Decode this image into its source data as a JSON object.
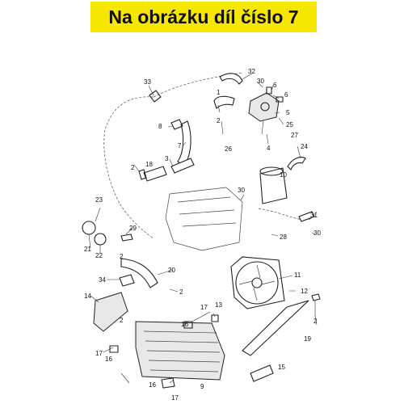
{
  "banner": {
    "title": "Na obrázku díl číslo 7"
  },
  "callouts": {
    "c33": "33",
    "c32": "32",
    "c30a": "30",
    "c6a": "6",
    "c6b": "6",
    "c1": "1",
    "c2a": "2",
    "c8": "8",
    "c7": "7",
    "c3": "3",
    "c26": "26",
    "c4": "4",
    "c27": "27",
    "c5": "5",
    "c25": "25",
    "c24": "24",
    "c2b": "2",
    "c18": "18",
    "c10": "10",
    "c30b": "30",
    "c23": "23",
    "c31": "31",
    "c29": "29",
    "c28": "28",
    "c30c": "30",
    "c21": "21",
    "c22": "22",
    "c2c": "2",
    "c20": "20",
    "c11": "11",
    "c34": "34",
    "c2d": "2",
    "c12": "12",
    "c14": "14",
    "c2e": "2",
    "c17a": "17",
    "c13": "13",
    "c16a": "16",
    "c2f": "2",
    "c19": "19",
    "c17b": "17",
    "c16b": "16",
    "c15": "15",
    "c16c": "16",
    "c9": "9",
    "c17c": "17"
  }
}
